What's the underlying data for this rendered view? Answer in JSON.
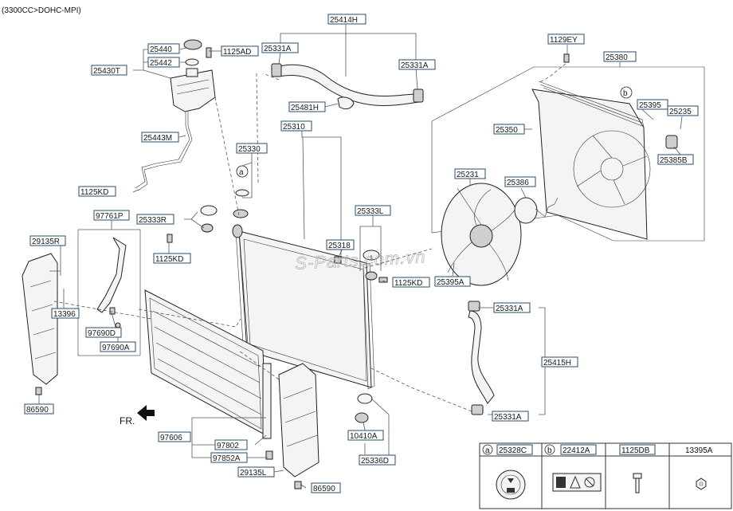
{
  "header": {
    "engine": "(3300CC>DOHC-MPI)"
  },
  "watermark": "S-Parts.com.vn",
  "direction": "FR.",
  "callouts": {
    "a": "a",
    "b": "b"
  },
  "labels": {
    "L25414H": "25414H",
    "L25331A_1": "25331A",
    "L25331A_2": "25331A",
    "L25331A_3": "25331A",
    "L25331A_4": "25331A",
    "L25440": "25440",
    "L25442": "25442",
    "L25430T": "25430T",
    "L1125AD": "1125AD",
    "L25481H": "25481H",
    "L25310": "25310",
    "L25443M": "25443M",
    "L25330": "25330",
    "L1125KD_1": "1125KD",
    "L1125KD_2": "1125KD",
    "L1125KD_3": "1125KD",
    "L97761P": "97761P",
    "L25333R": "25333R",
    "L25333L": "25333L",
    "L25318": "25318",
    "L29135R": "29135R",
    "L29135L": "29135L",
    "L13396": "13396",
    "L97690D": "97690D",
    "L97690A": "97690A",
    "L86590_1": "86590",
    "L86590_2": "86590",
    "L97606": "97606",
    "L97802": "97802",
    "L97852A": "97852A",
    "L10410A": "10410A",
    "L25336D": "25336D",
    "L25415H": "25415H",
    "L1129EY": "1129EY",
    "L25380": "25380",
    "L25395": "25395",
    "L25235": "25235",
    "L25350": "25350",
    "L25385B": "25385B",
    "L25231": "25231",
    "L25386": "25386",
    "L25395A": "25395A"
  },
  "legend_table": {
    "columns": [
      {
        "tag": "a",
        "part": "25328C"
      },
      {
        "tag": "b",
        "part": "22412A"
      },
      {
        "tag": "",
        "part": "1125DB"
      },
      {
        "tag": "",
        "part": "13395A"
      }
    ]
  },
  "colors": {
    "label_border": "#2a4d6e",
    "line": "#555555",
    "watermark": "#b8b8b8"
  }
}
